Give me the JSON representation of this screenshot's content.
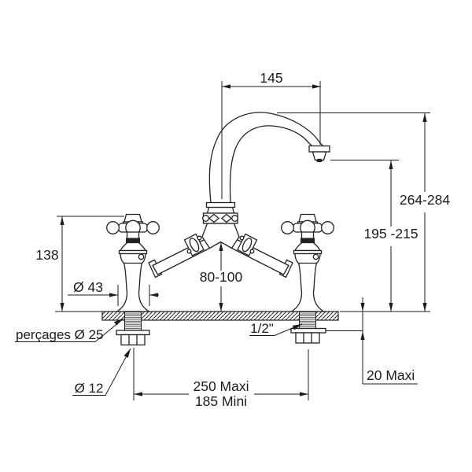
{
  "drawing": {
    "type": "technical-dimension-drawing",
    "subject": "bridge-kitchen-mixer-tap",
    "dimensions": {
      "spout_reach": "145",
      "total_height": "264-284",
      "outlet_height": "195 -215",
      "handle_height": "138",
      "body_diameter": "Ø 43",
      "under_spout_clearance": "80-100",
      "drilling": "perçages Ø 25",
      "connection": "1/2\"",
      "stud_diameter": "Ø 12",
      "centers_max": "250 Maxi",
      "centers_min": "185 Mini",
      "deck_thickness_max": "20 Maxi"
    },
    "colors": {
      "line": "#1c1c1c",
      "background": "#ffffff"
    }
  }
}
